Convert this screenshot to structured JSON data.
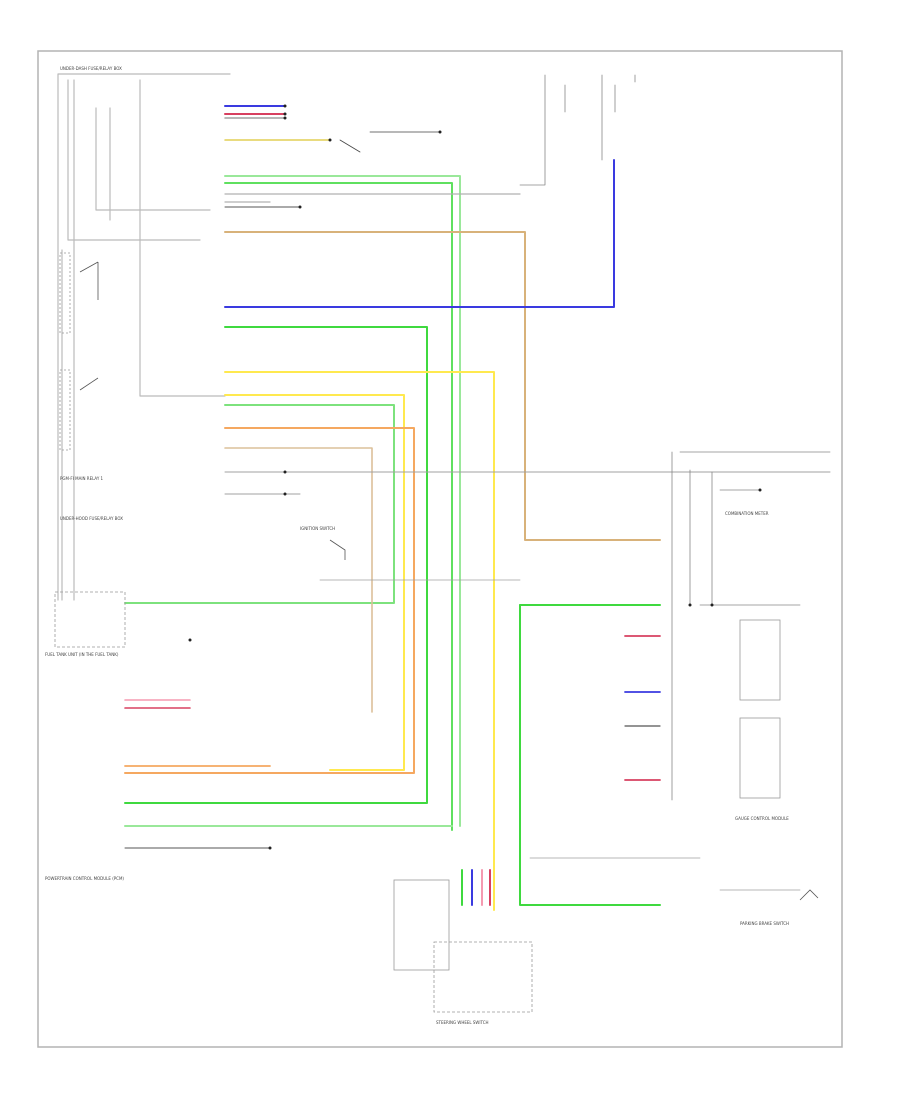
{
  "diagram": {
    "title": "",
    "wire_colors": {
      "green": "#3fd93f",
      "light_green": "#8ff08f",
      "blue": "#3232d9",
      "yellow": "#ffee55",
      "orange": "#f5a45a",
      "tan": "#d8b27a",
      "red": "#e04060",
      "pink": "#f59ab0",
      "gray": "#9a9a9a",
      "black": "#2a2a2a"
    },
    "components": [
      {
        "id": "under-dash-fuse-box",
        "label": "UNDER-DASH FUSE/RELAY BOX"
      },
      {
        "id": "fuel-pump-unit",
        "label": "FUEL TANK UNIT (IN THE FUEL TANK)"
      },
      {
        "id": "pgm-fi-main-relay",
        "label": "PGM-FI MAIN RELAY 1"
      },
      {
        "id": "underhood-fuse-box",
        "label": "UNDER-HOOD FUSE/RELAY BOX"
      },
      {
        "id": "gauge-control-module",
        "label": "GAUGE CONTROL MODULE"
      },
      {
        "id": "powertrain-control-module",
        "label": "POWERTRAIN CONTROL MODULE (PCM)"
      },
      {
        "id": "steering-wheel-switch",
        "label": "STEERING WHEEL SWITCH"
      },
      {
        "id": "parking-brake-switch",
        "label": "PARKING BRAKE SWITCH"
      },
      {
        "id": "ignition-switch",
        "label": "IGNITION SWITCH"
      },
      {
        "id": "combination-meter",
        "label": "COMBINATION METER"
      }
    ],
    "footer_code": ""
  }
}
